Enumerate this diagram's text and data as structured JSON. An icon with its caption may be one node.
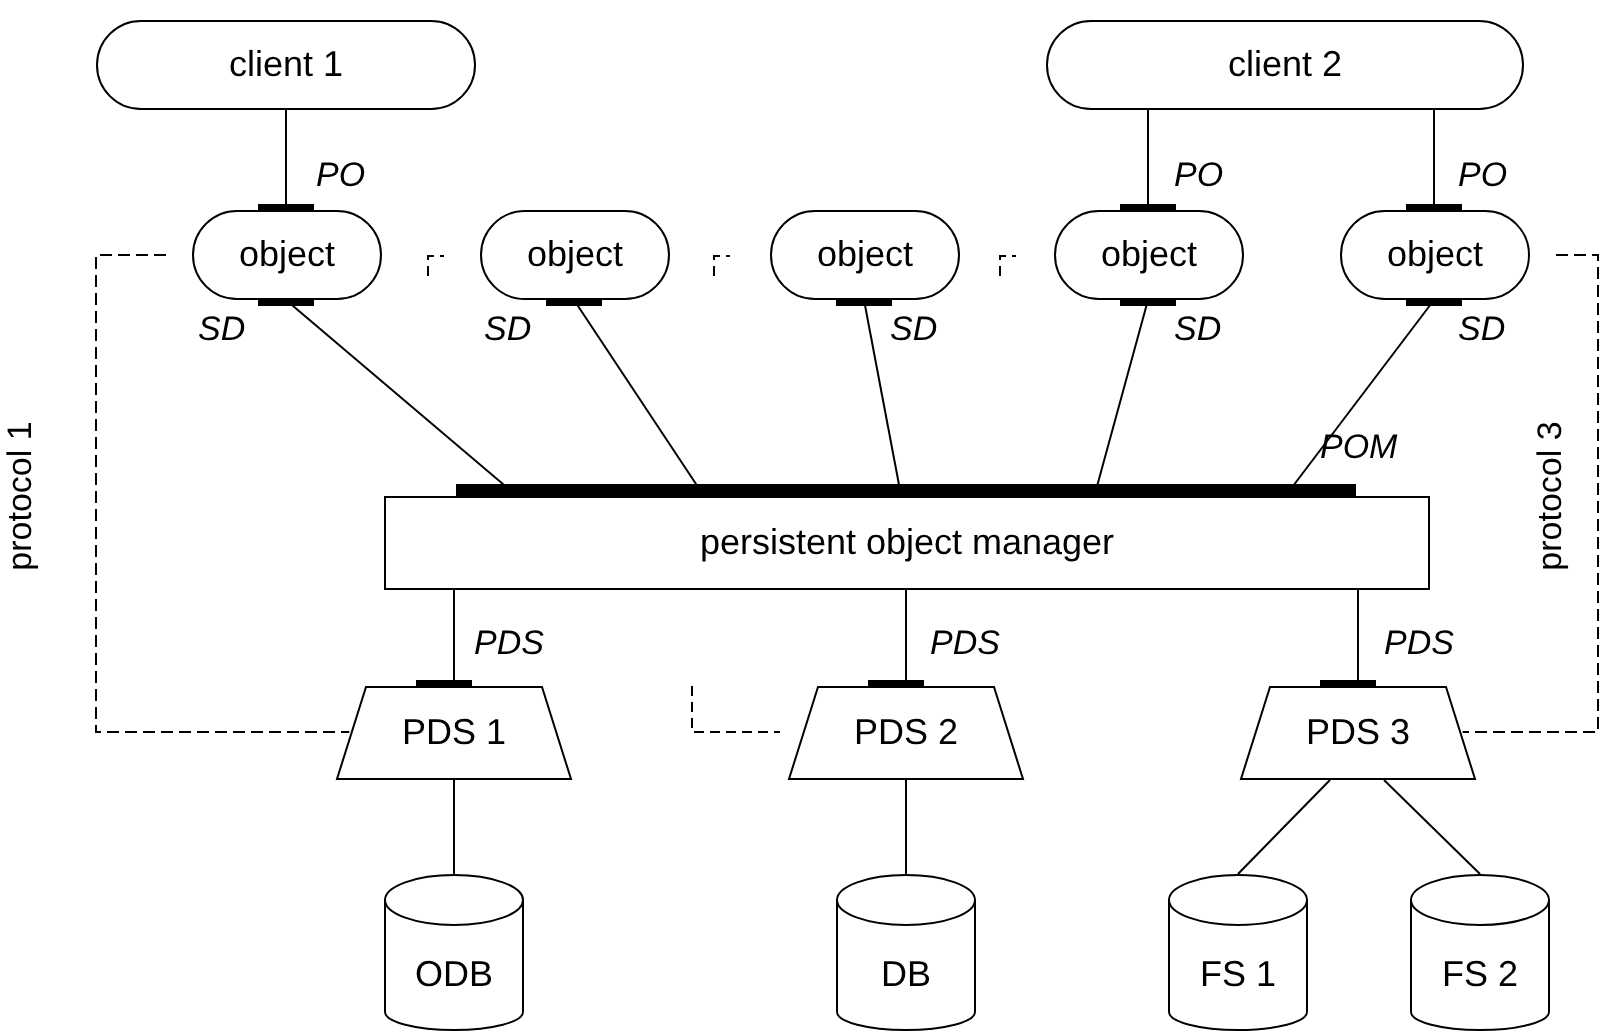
{
  "diagram": {
    "nodes": [
      {
        "text": [
          "client 1"
        ]
      },
      {
        "text": [
          "client 2"
        ]
      },
      {
        "text": [
          "object"
        ]
      },
      {
        "text": [
          "object"
        ]
      },
      {
        "text": [
          "object"
        ]
      },
      {
        "text": [
          "object"
        ]
      },
      {
        "text": [
          "object"
        ]
      },
      {
        "text": [
          "persistent object manager"
        ]
      },
      {
        "text": [
          "PDS 1"
        ]
      },
      {
        "text": [
          "PDS 2"
        ]
      },
      {
        "text": [
          "PDS 3"
        ]
      },
      {
        "text": [
          "ODB"
        ]
      },
      {
        "text": [
          "DB"
        ]
      },
      {
        "text": [
          "FS 1"
        ]
      },
      {
        "text": [
          "FS 2"
        ]
      }
    ],
    "edges": [
      {
        "from": 0,
        "to": 2,
        "arrow": "none"
      },
      {
        "from": 1,
        "to": 5,
        "arrow": "none"
      },
      {
        "from": 1,
        "to": 6,
        "arrow": "none"
      },
      {
        "from": 2,
        "to": 7,
        "arrow": "none"
      },
      {
        "from": 3,
        "to": 7,
        "arrow": "none"
      },
      {
        "from": 4,
        "to": 7,
        "arrow": "none"
      },
      {
        "from": 5,
        "to": 7,
        "arrow": "none"
      },
      {
        "from": 6,
        "to": 7,
        "arrow": "none"
      },
      {
        "from": 7,
        "to": 8,
        "arrow": "none"
      },
      {
        "from": 7,
        "to": 9,
        "arrow": "none"
      },
      {
        "from": 7,
        "to": 10,
        "arrow": "none"
      },
      {
        "from": 8,
        "to": 11,
        "arrow": "none"
      },
      {
        "from": 9,
        "to": 12,
        "arrow": "none"
      },
      {
        "from": 10,
        "to": 13,
        "arrow": "none"
      },
      {
        "from": 10,
        "to": 14,
        "arrow": "none"
      },
      {
        "from": 2,
        "to": 8,
        "arrow": "none",
        "label": "protocol 1",
        "style": "dashed"
      },
      {
        "from": 6,
        "to": 10,
        "arrow": "none",
        "label": "protocol 3",
        "style": "dashed"
      }
    ],
    "labels": [
      "PO",
      "PO",
      "PO",
      "SD",
      "SD",
      "SD",
      "SD",
      "SD",
      "POM",
      "PDS",
      "PDS",
      "PDS"
    ]
  }
}
